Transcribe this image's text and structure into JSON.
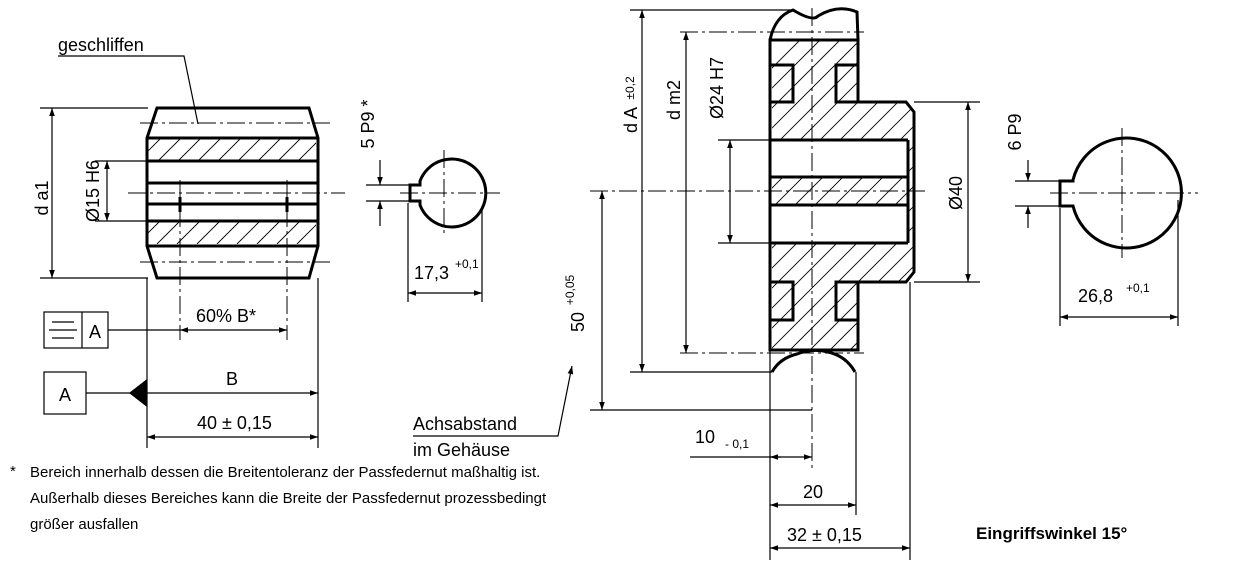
{
  "labels": {
    "geschliffen": "geschliffen",
    "da1": "d a1",
    "bore_left": "Ø15 H6",
    "keyway_left": "5 P9 *",
    "key_depth_left": "17,3",
    "key_depth_left_tol": "+0,1",
    "sixty_percent": "60% B*",
    "datum_a": "A",
    "width_b": "B",
    "width_40": "40",
    "width_40_tol": "± 0,15",
    "dA": "d A",
    "dA_tol": "±0,2",
    "dm2": "d m2",
    "bore_right": "Ø24 H7",
    "hub_dia": "Ø40",
    "keyway_right": "6 P9",
    "key_depth_right": "26,8",
    "key_depth_right_tol": "+0,1",
    "center_dist": "50",
    "center_dist_tol": "+0,05",
    "achsabstand_1": "Achsabstand",
    "achsabstand_2": "im Gehäuse",
    "dim_10": "10",
    "dim_10_tol": "- 0,1",
    "dim_20": "20",
    "dim_32": "32",
    "dim_32_tol": "± 0,15",
    "eingriff": "Eingriffswinkel 15°"
  },
  "footnote": {
    "star": "*",
    "line1": "Bereich innerhalb dessen die Breitentoleranz der Passfedernut maßhaltig ist.",
    "line2": "Außerhalb dieses Bereiches kann die Breite der Passfedernut prozessbedingt",
    "line3": "größer ausfallen"
  }
}
